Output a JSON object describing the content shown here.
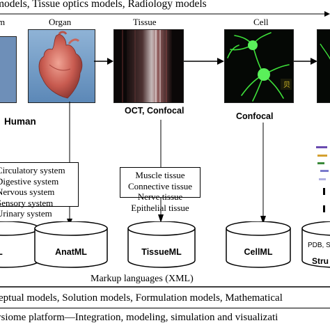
{
  "banner": {
    "text": "models, Tissue optics models, Radiology models"
  },
  "scales": {
    "human": "m",
    "organ": "Organ",
    "tissue": "Tissue",
    "cell": "Cell"
  },
  "methods": {
    "tissue": "OCT, Confocal",
    "cell": "Confocal",
    "human": "Human"
  },
  "organ_systems": [
    "Circulatory system",
    "Digestive system",
    "Nervous system",
    "Sensory system",
    "Urinary system"
  ],
  "tissue_types": [
    "Muscle tissue",
    "Connective tissue",
    "Nerve tissue",
    "Epithelial tissue"
  ],
  "databases": {
    "left": "L",
    "anat": "AnatML",
    "tissue": "TissueML",
    "cell": "CellML",
    "struct_top": "PDB, S",
    "struct_bottom": "Stru"
  },
  "markup_languages": "Markup languages (XML)",
  "bottom_rows": {
    "conceptual": "eptual models, Solution models, Formulation models, Mathematical",
    "platform": "ysiome platform—Integration, modeling, simulation and visualizati"
  },
  "cell_overlay_text": "贝",
  "colors": {
    "neuron": "#3ee23a",
    "heart": "#d9776a",
    "tissue_band": "#d8c8c8",
    "organ_bg": "#7aa2cc"
  }
}
